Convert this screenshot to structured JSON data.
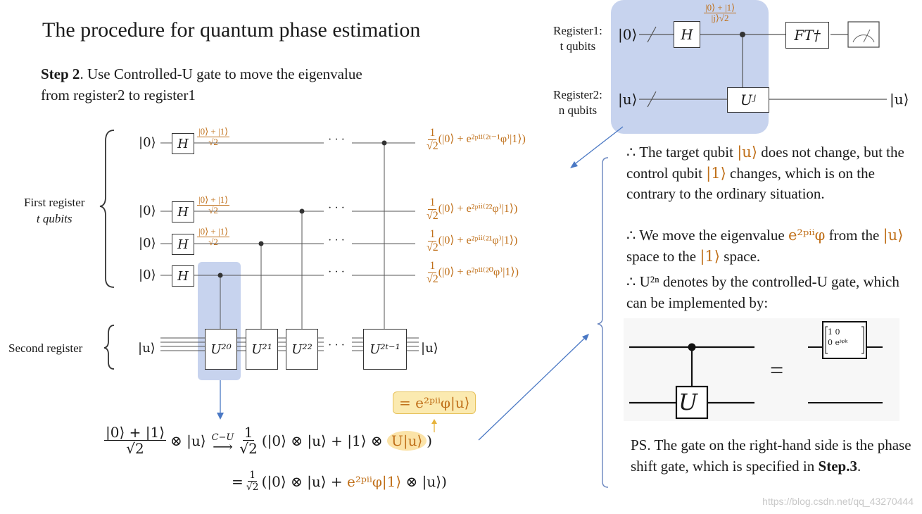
{
  "slide": {
    "title": "The procedure for quantum phase estimation",
    "step_bold": "Step 2",
    "step_rest": ". Use Controlled-U gate to move the eigenvalue",
    "step_line2": "from register2 to register1"
  },
  "top_circuit": {
    "register1_label": "Register1:",
    "register1_sub": "t qubits",
    "register2_label": "Register2:",
    "register2_sub": "n qubits",
    "ket0": "|0⟩",
    "ketu": "|u⟩",
    "h_gate": "H",
    "uj_gate": "Uʲ",
    "ft_gate": "FT†",
    "annot_num": "|0⟩ + |1⟩",
    "annot_den": "|j⟩√2",
    "out_u": "|u⟩"
  },
  "main_circuit": {
    "first_register": "First register",
    "t_qubits": "t qubits",
    "second_register": "Second register",
    "inputs": [
      "|0⟩",
      "|0⟩",
      "|0⟩",
      "|0⟩"
    ],
    "input_u": "|u⟩",
    "output_u": "|u⟩",
    "h_label": "H",
    "mid_annot_num": "|0⟩ + |1⟩",
    "mid_annot_den": "√2",
    "dots": "· · ·",
    "gates": [
      "U²⁰",
      "U²¹",
      "U²²",
      "U²ᵗ⁻¹"
    ],
    "outputs": [
      "(|0⟩ + e²ᵖⁱⁱ⁽²ᵗ⁻¹φ⁾|1⟩)",
      "(|0⟩ + e²ᵖⁱⁱ⁽²²φ⁾|1⟩)",
      "(|0⟩ + e²ᵖⁱⁱ⁽²¹φ⁾|1⟩)",
      "(|0⟩ + e²ᵖⁱⁱ⁽²⁰φ⁾|1⟩)"
    ],
    "out_prefix_num": "1",
    "out_prefix_den": "√2"
  },
  "equation": {
    "highlight": "= e²ᵖⁱⁱφ|u⟩",
    "lhs_num": "|0⟩ + |1⟩",
    "lhs_den": "√2",
    "tensor_u": "⊗ |u⟩",
    "arrow_label": "C−U",
    "coef_num": "1",
    "coef_den": "√2",
    "line1_rest": "(|0⟩ ⊗ |u⟩ + |1⟩ ⊗ ",
    "line1_hl": "U|u⟩",
    "line1_end": ")",
    "line2_eq": "=",
    "line2_rest_a": "(|0⟩ ⊗ |u⟩ + ",
    "line2_orange": "e²ᵖⁱⁱφ|1⟩",
    "line2_rest_b": " ⊗ |u⟩)"
  },
  "notes": {
    "n1_a": "∴ The target qubit ",
    "n1_ket_u": "|u⟩",
    "n1_b": " does not change, but the control qubit ",
    "n1_ket_1": "|1⟩",
    "n1_c": " changes, which is on the contrary to the ordinary situation.",
    "n2_a": "∴ We move the eigenvalue ",
    "n2_exp": "e²ᵖⁱⁱφ",
    "n2_b": " from the ",
    "n2_ket_u": "|u⟩",
    "n2_c": " space to the ",
    "n2_ket_1": "|1⟩",
    "n2_d": " space.",
    "n3_a": "∴ U²ⁿ denotes by the controlled-U gate, which can be implemented by:",
    "equiv_u": "U",
    "equals": "=",
    "matrix_r1": "1      0",
    "matrix_r2": "0   eⁱᵠᵏ",
    "ps_a": "PS. The gate on the right-hand side is the phase shift gate, which is specified in ",
    "ps_bold": "Step.3",
    "ps_end": "."
  },
  "watermark": "https://blog.csdn.net/qq_43270444",
  "colors": {
    "accent": "#c0701a",
    "highlight_bg": "#c7d3ee",
    "arrow": "#4a78c4"
  }
}
